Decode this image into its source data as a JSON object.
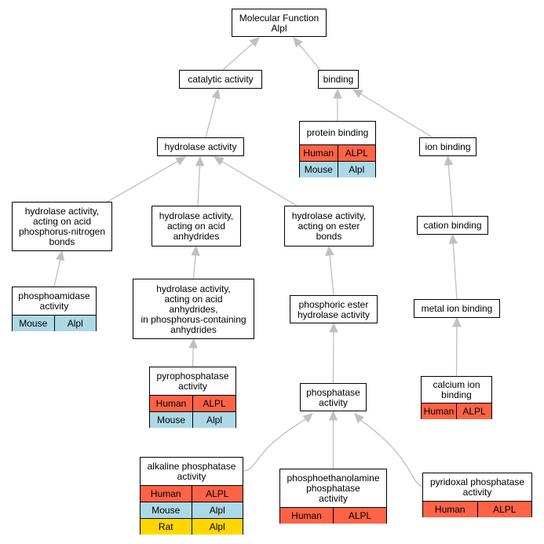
{
  "colors": {
    "human": "#ff6347",
    "mouse": "#add8e6",
    "rat": "#ffd700",
    "edge": "#c0c0c0",
    "border": "#000000"
  },
  "nodes": [
    {
      "id": "molecular-function",
      "label": "Molecular Function\nAlpl",
      "rows": []
    },
    {
      "id": "catalytic-activity",
      "label": "catalytic activity",
      "rows": []
    },
    {
      "id": "binding",
      "label": "binding",
      "rows": []
    },
    {
      "id": "hydrolase-activity",
      "label": "hydrolase activity",
      "rows": []
    },
    {
      "id": "protein-binding",
      "label": "protein binding",
      "rows": [
        {
          "species": "Human",
          "gene": "ALPL"
        },
        {
          "species": "Mouse",
          "gene": "Alpl"
        }
      ]
    },
    {
      "id": "ion-binding",
      "label": "ion binding",
      "rows": []
    },
    {
      "id": "hydrolase-p-n",
      "label": "hydrolase activity,\nacting on acid\nphosphorus-nitrogen\nbonds",
      "rows": []
    },
    {
      "id": "hydrolase-anhydrides",
      "label": "hydrolase activity,\nacting on acid\nanhydrides",
      "rows": []
    },
    {
      "id": "hydrolase-ester",
      "label": "hydrolase activity,\nacting on ester\nbonds",
      "rows": []
    },
    {
      "id": "cation-binding",
      "label": "cation binding",
      "rows": []
    },
    {
      "id": "phosphoamidase",
      "label": "phosphoamidase\nactivity",
      "rows": [
        {
          "species": "Mouse",
          "gene": "Alpl"
        }
      ]
    },
    {
      "id": "hydrolase-p-anhydrides",
      "label": "hydrolase activity,\nacting on acid\nanhydrides,\nin phosphorus-containing\nanhydrides",
      "rows": []
    },
    {
      "id": "phosphoric-ester",
      "label": "phosphoric ester\nhydrolase activity",
      "rows": []
    },
    {
      "id": "metal-ion-binding",
      "label": "metal ion binding",
      "rows": []
    },
    {
      "id": "pyrophosphatase",
      "label": "pyrophosphatase\nactivity",
      "rows": [
        {
          "species": "Human",
          "gene": "ALPL"
        },
        {
          "species": "Mouse",
          "gene": "Alpl"
        }
      ]
    },
    {
      "id": "calcium-ion-binding",
      "label": "calcium ion\nbinding",
      "rows": [
        {
          "species": "Human",
          "gene": "ALPL"
        }
      ]
    },
    {
      "id": "phosphatase",
      "label": "phosphatase\nactivity",
      "rows": []
    },
    {
      "id": "alkaline-phosphatase",
      "label": "alkaline phosphatase\nactivity",
      "rows": [
        {
          "species": "Human",
          "gene": "ALPL"
        },
        {
          "species": "Mouse",
          "gene": "Alpl"
        },
        {
          "species": "Rat",
          "gene": "Alpl"
        }
      ]
    },
    {
      "id": "phosphoethanolamine",
      "label": "phosphoethanolamine\nphosphatase\nactivity",
      "rows": [
        {
          "species": "Human",
          "gene": "ALPL"
        }
      ]
    },
    {
      "id": "pyridoxal-phosphatase",
      "label": "pyridoxal phosphatase\nactivity",
      "rows": [
        {
          "species": "Human",
          "gene": "ALPL"
        }
      ]
    }
  ],
  "edges": [
    {
      "from": "catalytic-activity",
      "to": "molecular-function"
    },
    {
      "from": "binding",
      "to": "molecular-function"
    },
    {
      "from": "hydrolase-activity",
      "to": "catalytic-activity"
    },
    {
      "from": "protein-binding",
      "to": "binding"
    },
    {
      "from": "ion-binding",
      "to": "binding"
    },
    {
      "from": "hydrolase-p-n",
      "to": "hydrolase-activity"
    },
    {
      "from": "hydrolase-anhydrides",
      "to": "hydrolase-activity"
    },
    {
      "from": "hydrolase-ester",
      "to": "hydrolase-activity"
    },
    {
      "from": "cation-binding",
      "to": "ion-binding"
    },
    {
      "from": "phosphoamidase",
      "to": "hydrolase-p-n"
    },
    {
      "from": "hydrolase-p-anhydrides",
      "to": "hydrolase-anhydrides"
    },
    {
      "from": "phosphoric-ester",
      "to": "hydrolase-ester"
    },
    {
      "from": "metal-ion-binding",
      "to": "cation-binding"
    },
    {
      "from": "pyrophosphatase",
      "to": "hydrolase-p-anhydrides"
    },
    {
      "from": "calcium-ion-binding",
      "to": "metal-ion-binding"
    },
    {
      "from": "phosphatase",
      "to": "phosphoric-ester"
    },
    {
      "from": "alkaline-phosphatase",
      "to": "phosphatase"
    },
    {
      "from": "phosphoethanolamine",
      "to": "phosphatase"
    },
    {
      "from": "pyridoxal-phosphatase",
      "to": "phosphatase"
    }
  ]
}
